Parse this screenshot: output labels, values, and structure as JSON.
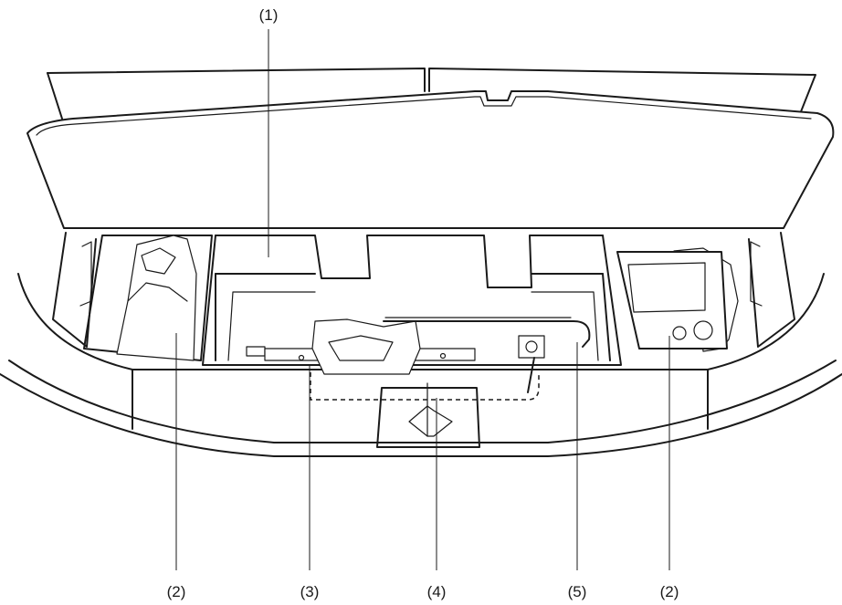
{
  "callouts": {
    "c1": "(1)",
    "c2_left": "(2)",
    "c3": "(3)",
    "c4": "(4)",
    "c5": "(5)",
    "c2_right": "(2)"
  }
}
